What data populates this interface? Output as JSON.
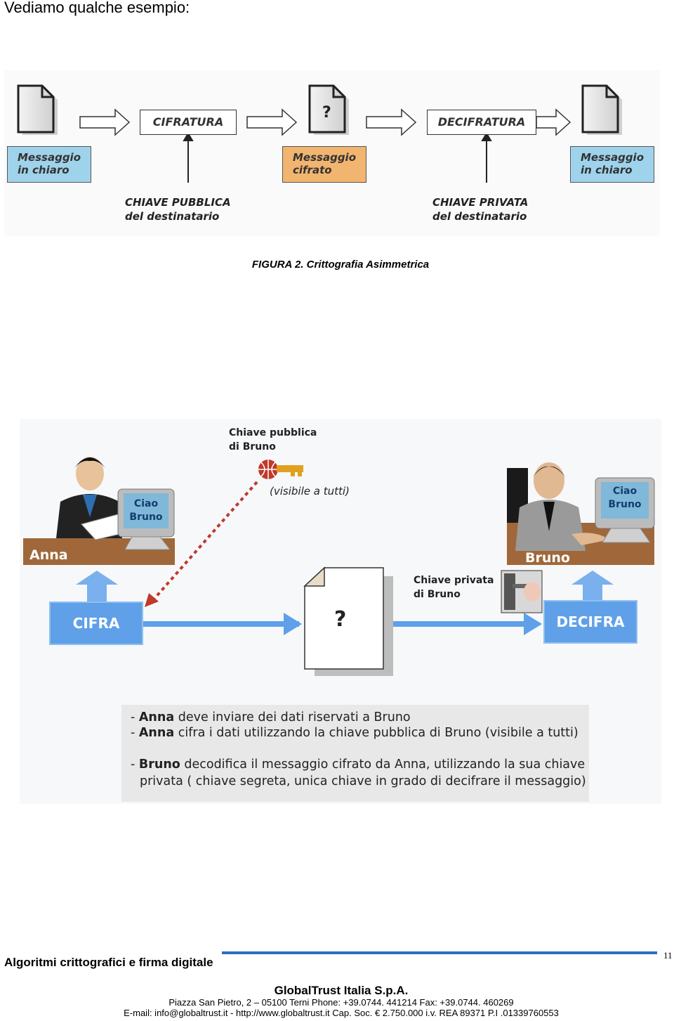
{
  "intro": "Vediamo qualche esempio:",
  "figure1": {
    "process1": "CIFRATURA",
    "process2": "DECIFRATURA",
    "doc_unknown": "?",
    "msg1": [
      "Messaggio",
      "in chiaro"
    ],
    "msg2": [
      "Messaggio",
      "cifrato"
    ],
    "msg3": [
      "Messaggio",
      "in chiaro"
    ],
    "key1": [
      "CHIAVE PUBBLICA",
      "del destinatario"
    ],
    "key2": [
      "CHIAVE PRIVATA",
      "del destinatario"
    ],
    "caption": "FIGURA 2. Crittografia Asimmetrica",
    "colors": {
      "msg_blue": "#9fd3ec",
      "msg_orange": "#f2b570"
    }
  },
  "figure2": {
    "public_key_label": [
      "Chiave pubblica",
      "di Bruno"
    ],
    "visible": "(visibile a tutti)",
    "anna": "Anna",
    "bruno": "Bruno",
    "screen_text": [
      "Ciao",
      "Bruno"
    ],
    "cifra": "CIFRA",
    "decifra": "DECIFRA",
    "doc_unknown": "?",
    "private_key_label": [
      "Chiave privata",
      "di Bruno"
    ],
    "lines": [
      {
        "dash": "- ",
        "name": "Anna",
        "text": " deve inviare dei dati riservati a Bruno"
      },
      {
        "dash": "- ",
        "name": "Anna",
        "text": " cifra i dati utilizzando la chiave pubblica di Bruno (visibile a tutti)"
      },
      {
        "dash": "- ",
        "name": "Bruno",
        "text": " decodifica il messaggio cifrato da Anna, utilizzando la sua chiave"
      },
      {
        "dash": "",
        "name": "",
        "text": "privata ( chiave segreta, unica chiave in grado di decifrare il messaggio)"
      }
    ],
    "colors": {
      "button_blue": "#5fa0e8",
      "desk_brown": "#a0683a",
      "dashed_red": "#c0392b"
    }
  },
  "footer": {
    "title": "Algoritmi crittografici e firma digitale",
    "page": "11",
    "company": "GlobalTrust Italia S.p.A.",
    "address": "Piazza San Pietro, 2 – 05100 Terni  Phone: +39.0744. 441214   Fax: +39.0744. 460269",
    "contact": "E-mail: info@globaltrust.it - http://www.globaltrust.it   Cap. Soc. € 2.750.000 i.v.   REA 89371  P.I .01339760553"
  }
}
